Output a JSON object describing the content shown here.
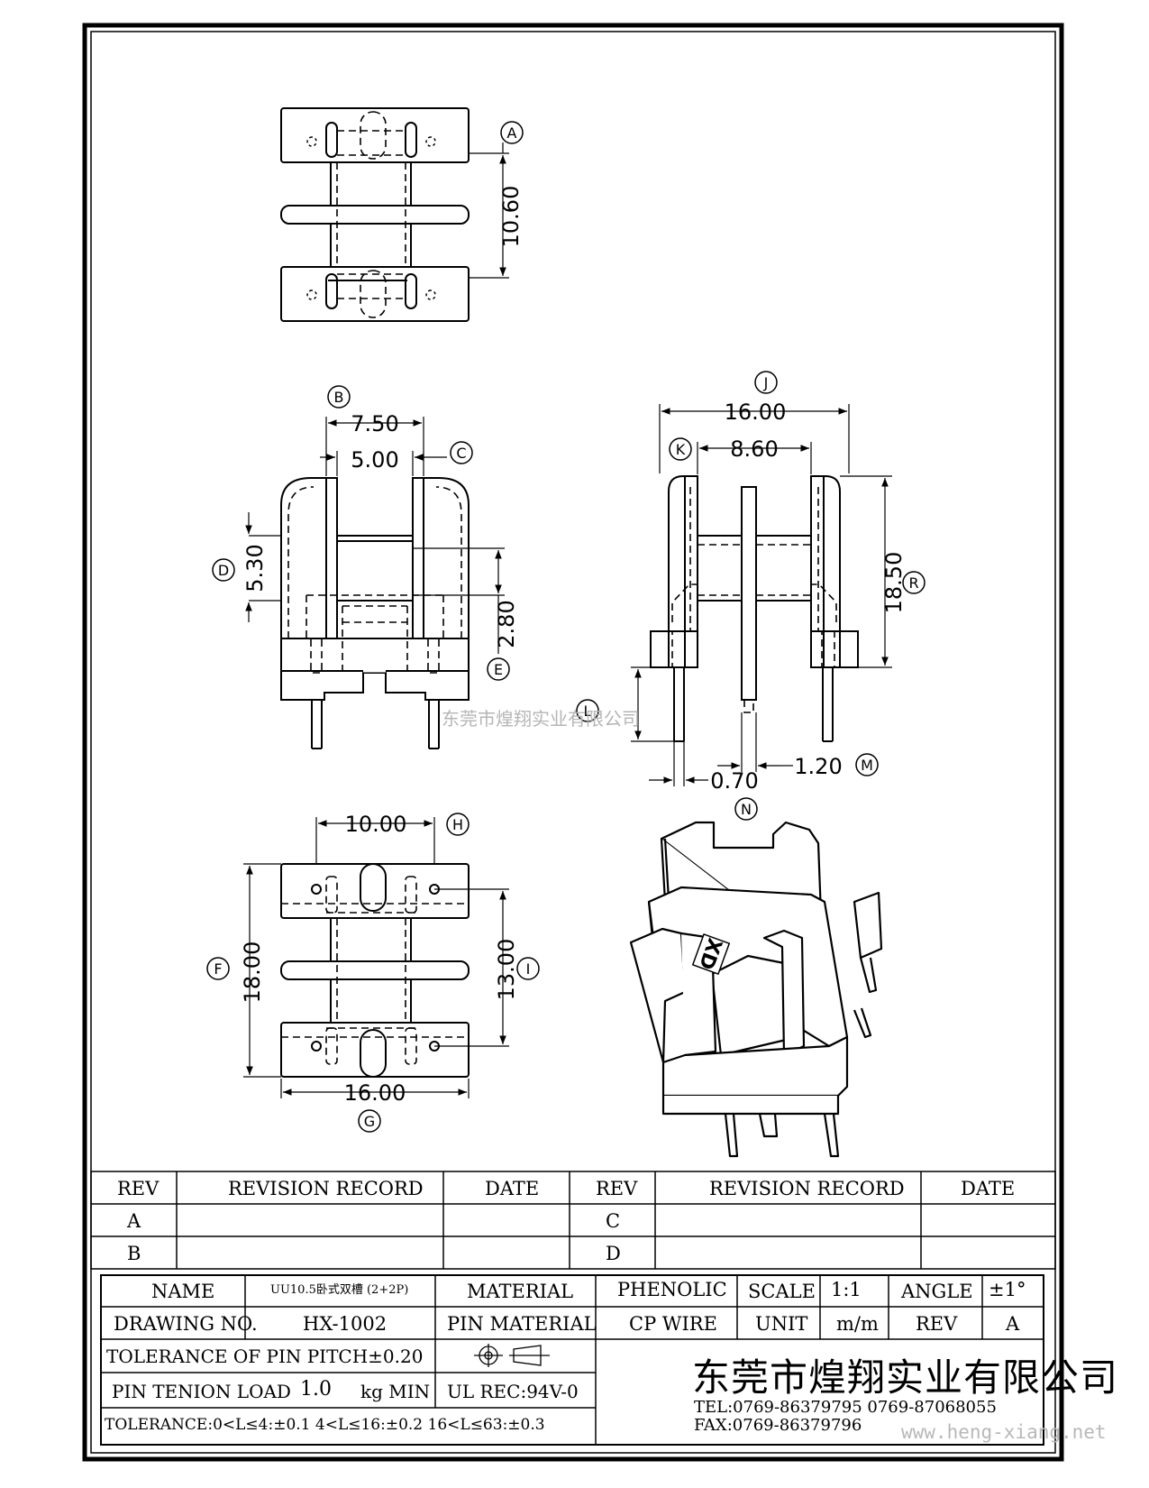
{
  "drawing": {
    "view_labels": {
      "A": "A",
      "B": "B",
      "C": "C",
      "D": "D",
      "E": "E",
      "F": "F",
      "G": "G",
      "H": "H",
      "I": "I",
      "J": "J",
      "K": "K",
      "L": "L",
      "M": "M",
      "N": "N",
      "R": "R"
    },
    "dims": {
      "a": "10.60",
      "b": "7.50",
      "c": "5.00",
      "d": "5.30",
      "e": "2.80",
      "j": "16.00",
      "k": "8.60",
      "r": "18.50",
      "m": "1.20",
      "l": "0.70",
      "h": "10.00",
      "f": "18.00",
      "i": "13.00",
      "g": "16.00"
    },
    "part_mark": "XD"
  },
  "watermark_center": "东莞市煌翔实业有限公司",
  "watermark_url": "www.heng-xiang.net",
  "revision_table": {
    "headers": [
      "REV",
      "REVISION RECORD",
      "DATE",
      "REV",
      "REVISION RECORD",
      "DATE"
    ],
    "rows": [
      {
        "rev1": "A",
        "record1": "",
        "date1": "",
        "rev2": "C",
        "record2": "",
        "date2": ""
      },
      {
        "rev1": "B",
        "record1": "",
        "date1": "",
        "rev2": "D",
        "record2": "",
        "date2": ""
      }
    ]
  },
  "title_block": {
    "name_label": "NAME",
    "name_value": "UU10.5卧式双槽 (2+2P)",
    "material_label": "MATERIAL",
    "material_value": "PHENOLIC",
    "scale_label": "SCALE",
    "scale_value": "1:1",
    "angle_label": "ANGLE",
    "angle_value": "±1°",
    "drawing_no_label": "DRAWING NO.",
    "drawing_no_value": "HX-1002",
    "pin_material_label": "PIN MATERIAL",
    "pin_material_value": "CP WIRE",
    "unit_label": "UNIT",
    "unit_value": "m/m",
    "rev_label": "REV",
    "rev_value": "A",
    "tolerance_pitch": "TOLERANCE OF PIN PITCH±0.20",
    "pin_tenion_label": "PIN TENION LOAD",
    "pin_tenion_value": "1.0",
    "pin_tenion_unit": "kg MIN",
    "ul_rec": "UL REC:94V-0",
    "tolerance_general": "TOLERANCE:0<L≤4:±0.1  4<L≤16:±0.2  16<L≤63:±0.3",
    "company": "东莞市煌翔实业有限公司",
    "tel": "TEL:0769-86379795   0769-87068055",
    "fax": "FAX:0769-86379796"
  }
}
